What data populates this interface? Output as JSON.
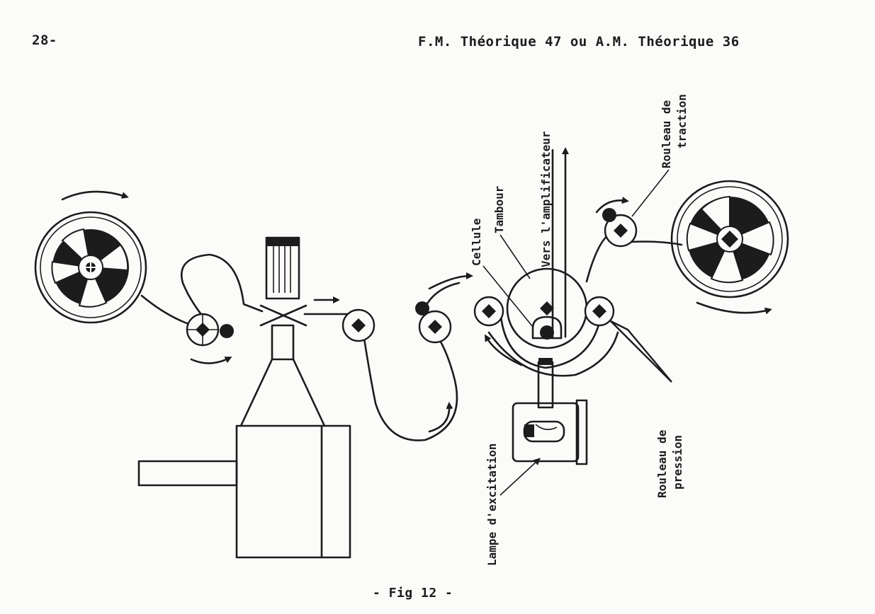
{
  "header": {
    "page_number": "28-",
    "title": "F.M. Théorique 47  ou  A.M. Théorique 36"
  },
  "figure": {
    "caption": "- Fig 12 -",
    "labels": {
      "cellule": "Cellule",
      "tambour": "Tambour",
      "vers_amplificateur": "Vers l'amplificateur",
      "rouleau_traction_1": "Rouleau de",
      "rouleau_traction_2": "traction",
      "rouleau_pression_1": "Rouleau de",
      "rouleau_pression_2": "pression",
      "lampe_excitation": "Lampe d'excitation"
    }
  }
}
